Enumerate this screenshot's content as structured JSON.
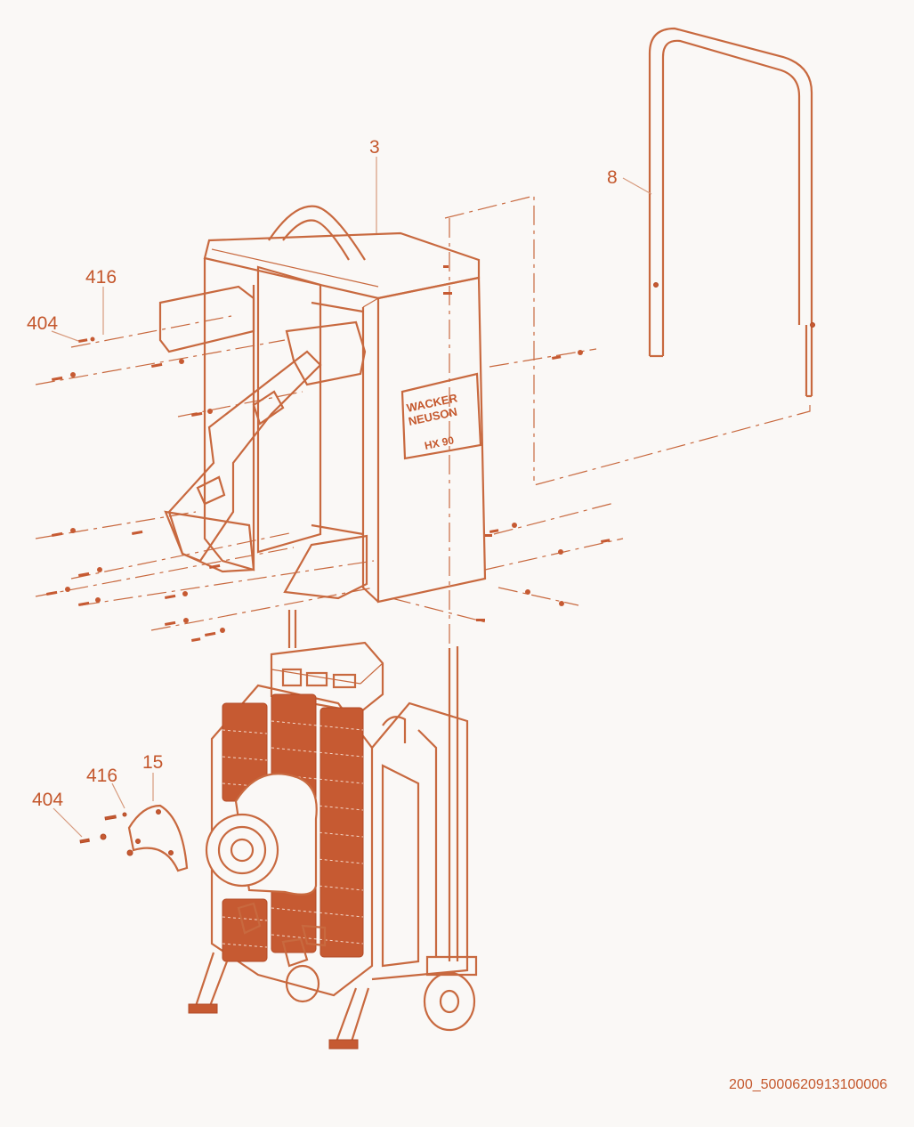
{
  "callouts": {
    "part_3": "3",
    "part_8": "8",
    "part_416_top": "416",
    "part_404_top": "404",
    "part_416_bottom": "416",
    "part_404_bottom": "404",
    "part_15": "15"
  },
  "brand": {
    "line1": "WACKER",
    "line2": "NEUSON",
    "model": "HX 90"
  },
  "document_id": "200_5000620913100006",
  "colors": {
    "line": "#c8693f",
    "text": "#c4572c",
    "background": "#faf8f6",
    "fill": "#c65a32"
  }
}
